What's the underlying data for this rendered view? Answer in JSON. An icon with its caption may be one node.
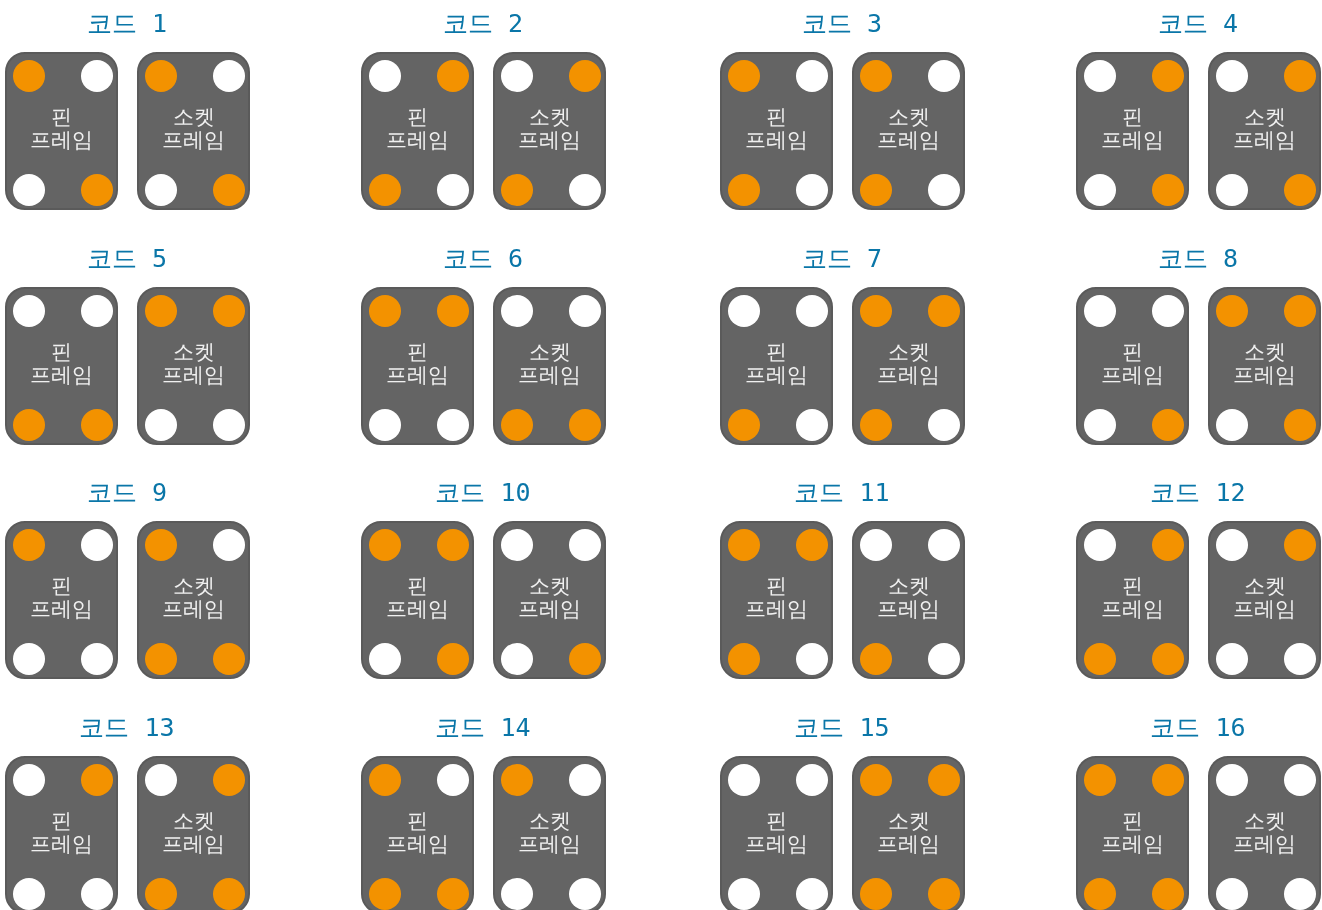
{
  "diagram": {
    "nodes": [
      {
        "text": [
          "핀 프레임"
        ]
      },
      {
        "text": [],
        "shape": "dot",
        "in": 0
      },
      {
        "text": [],
        "shape": "circle",
        "in": 0
      },
      {
        "text": [],
        "shape": "circle",
        "in": 0
      },
      {
        "text": [],
        "shape": "dot",
        "in": 0
      },
      {
        "text": [
          "소켓 프레임"
        ]
      },
      {
        "text": [],
        "shape": "dot",
        "in": 5
      },
      {
        "text": [],
        "shape": "circle",
        "in": 5
      },
      {
        "text": [],
        "shape": "circle",
        "in": 5
      },
      {
        "text": [],
        "shape": "dot",
        "in": 5
      },
      {
        "text": [
          "핀 프레임"
        ]
      },
      {
        "text": [],
        "shape": "circle",
        "in": 10
      },
      {
        "text": [],
        "shape": "dot",
        "in": 10
      },
      {
        "text": [],
        "shape": "dot",
        "in": 10
      },
      {
        "text": [],
        "shape": "circle",
        "in": 10
      },
      {
        "text": [
          "소켓 프레임"
        ]
      },
      {
        "text": [],
        "shape": "circle",
        "in": 15
      },
      {
        "text": [],
        "shape": "dot",
        "in": 15
      },
      {
        "text": [],
        "shape": "dot",
        "in": 15
      },
      {
        "text": [],
        "shape": "circle",
        "in": 15
      },
      {
        "text": [
          "핀 프레임"
        ]
      },
      {
        "text": [],
        "shape": "dot",
        "in": 20
      },
      {
        "text": [],
        "shape": "circle",
        "in": 20
      },
      {
        "text": [],
        "shape": "dot",
        "in": 20
      },
      {
        "text": [],
        "shape": "circle",
        "in": 20
      },
      {
        "text": [
          "소켓 프레임"
        ]
      },
      {
        "text": [],
        "shape": "dot",
        "in": 25
      },
      {
        "text": [],
        "shape": "circle",
        "in": 25
      },
      {
        "text": [],
        "shape": "dot",
        "in": 25
      },
      {
        "text": [],
        "shape": "circle",
        "in": 25
      },
      {
        "text": [
          "핀 프레임"
        ]
      },
      {
        "text": [],
        "shape": "circle",
        "in": 30
      },
      {
        "text": [],
        "shape": "dot",
        "in": 30
      },
      {
        "text": [],
        "shape": "circle",
        "in": 30
      },
      {
        "text": [],
        "shape": "dot",
        "in": 30
      },
      {
        "text": [
          "소켓 프레임"
        ]
      },
      {
        "text": [],
        "shape": "circle",
        "in": 35
      },
      {
        "text": [],
        "shape": "dot",
        "in": 35
      },
      {
        "text": [],
        "shape": "circle",
        "in": 35
      },
      {
        "text": [],
        "shape": "dot",
        "in": 35
      },
      {
        "text": [
          "핀 프레임"
        ]
      },
      {
        "text": [],
        "shape": "circle",
        "in": 40
      },
      {
        "text": [],
        "shape": "circle",
        "in": 40
      },
      {
        "text": [],
        "shape": "dot",
        "in": 40
      },
      {
        "text": [],
        "shape": "dot",
        "in": 40
      },
      {
        "text": [
          "소켓 프레임"
        ]
      },
      {
        "text": [],
        "shape": "dot",
        "in": 45
      },
      {
        "text": [],
        "shape": "dot",
        "in": 45
      },
      {
        "text": [],
        "shape": "circle",
        "in": 45
      },
      {
        "text": [],
        "shape": "circle",
        "in": 45
      },
      {
        "text": [
          "핀 프레임"
        ]
      },
      {
        "text": [],
        "shape": "dot",
        "in": 50
      },
      {
        "text": [],
        "shape": "dot",
        "in": 50
      },
      {
        "text": [],
        "shape": "circle",
        "in": 50
      },
      {
        "text": [],
        "shape": "circle",
        "in": 50
      },
      {
        "text": [
          "소켓 프레임"
        ]
      },
      {
        "text": [],
        "shape": "circle",
        "in": 55
      },
      {
        "text": [],
        "shape": "circle",
        "in": 55
      },
      {
        "text": [],
        "shape": "dot",
        "in": 55
      },
      {
        "text": [],
        "shape": "dot",
        "in": 55
      },
      {
        "text": [
          "핀 프레임"
        ]
      },
      {
        "text": [],
        "shape": "circle",
        "in": 60
      },
      {
        "text": [],
        "shape": "circle",
        "in": 60
      },
      {
        "text": [],
        "shape": "dot",
        "in": 60
      },
      {
        "text": [],
        "shape": "circle",
        "in": 60
      },
      {
        "text": [
          "소켓 프레임"
        ]
      },
      {
        "text": [],
        "shape": "dot",
        "in": 65
      },
      {
        "text": [],
        "shape": "dot",
        "in": 65
      },
      {
        "text": [],
        "shape": "dot",
        "in": 65
      },
      {
        "text": [],
        "shape": "circle",
        "in": 65
      },
      {
        "text": [
          "핀 프레임"
        ]
      },
      {
        "text": [],
        "shape": "circle",
        "in": 70
      },
      {
        "text": [],
        "shape": "circle",
        "in": 70
      },
      {
        "text": [],
        "shape": "circle",
        "in": 70
      },
      {
        "text": [],
        "shape": "dot",
        "in": 70
      },
      {
        "text": [
          "소켓 프레임"
        ]
      },
      {
        "text": [],
        "shape": "dot",
        "in": 75
      },
      {
        "text": [],
        "shape": "dot",
        "in": 75
      },
      {
        "text": [],
        "shape": "circle",
        "in": 75
      },
      {
        "text": [],
        "shape": "dot",
        "in": 75
      },
      {
        "text": [
          "핀 프레임"
        ]
      },
      {
        "text": [],
        "shape": "dot",
        "in": 80
      },
      {
        "text": [],
        "shape": "circle",
        "in": 80
      },
      {
        "text": [],
        "shape": "circle",
        "in": 80
      },
      {
        "text": [],
        "shape": "circle",
        "in": 80
      },
      {
        "text": [
          "소켓 프레임"
        ]
      },
      {
        "text": [],
        "shape": "dot",
        "in": 85
      },
      {
        "text": [],
        "shape": "circle",
        "in": 85
      },
      {
        "text": [],
        "shape": "dot",
        "in": 85
      },
      {
        "text": [],
        "shape": "dot",
        "in": 85
      },
      {
        "text": [
          "핀 프레임"
        ]
      },
      {
        "text": [],
        "shape": "dot",
        "in": 90
      },
      {
        "text": [],
        "shape": "dot",
        "in": 90
      },
      {
        "text": [],
        "shape": "circle",
        "in": 90
      },
      {
        "text": [],
        "shape": "dot",
        "in": 90
      },
      {
        "text": [
          "소켓 프레임"
        ]
      },
      {
        "text": [],
        "shape": "circle",
        "in": 95
      },
      {
        "text": [],
        "shape": "circle",
        "in": 95
      },
      {
        "text": [],
        "shape": "circle",
        "in": 95
      },
      {
        "text": [],
        "shape": "dot",
        "in": 95
      },
      {
        "text": [
          "핀 프레임"
        ]
      },
      {
        "text": [],
        "shape": "dot",
        "in": 100
      },
      {
        "text": [],
        "shape": "dot",
        "in": 100
      },
      {
        "text": [],
        "shape": "dot",
        "in": 100
      },
      {
        "text": [],
        "shape": "circle",
        "in": 100
      },
      {
        "text": [
          "소켓 프레임"
        ]
      },
      {
        "text": [],
        "shape": "circle",
        "in": 105
      },
      {
        "text": [],
        "shape": "circle",
        "in": 105
      },
      {
        "text": [],
        "shape": "dot",
        "in": 105
      },
      {
        "text": [],
        "shape": "circle",
        "in": 105
      },
      {
        "text": [
          "핀 프레임"
        ]
      },
      {
        "text": [],
        "shape": "circle",
        "in": 110
      },
      {
        "text": [],
        "shape": "dot",
        "in": 110
      },
      {
        "text": [],
        "shape": "dot",
        "in": 110
      },
      {
        "text": [],
        "shape": "dot",
        "in": 110
      },
      {
        "text": [
          "소켓 프레임"
        ]
      },
      {
        "text": [],
        "shape": "circle",
        "in": 115
      },
      {
        "text": [],
        "shape": "dot",
        "in": 115
      },
      {
        "text": [],
        "shape": "circle",
        "in": 115
      },
      {
        "text": [],
        "shape": "circle",
        "in": 115
      },
      {
        "text": [
          "핀 프레임"
        ]
      },
      {
        "text": [],
        "shape": "circle",
        "in": 120
      },
      {
        "text": [],
        "shape": "dot",
        "in": 120
      },
      {
        "text": [],
        "shape": "circle",
        "in": 120
      },
      {
        "text": [],
        "shape": "circle",
        "in": 120
      },
      {
        "text": [
          "소켓 프레임"
        ]
      },
      {
        "text": [],
        "shape": "circle",
        "in": 125
      },
      {
        "text": [],
        "shape": "dot",
        "in": 125
      },
      {
        "text": [],
        "shape": "dot",
        "in": 125
      },
      {
        "text": [],
        "shape": "dot",
        "in": 125
      },
      {
        "text": [
          "핀 프레임"
        ]
      },
      {
        "text": [],
        "shape": "dot",
        "in": 130
      },
      {
        "text": [],
        "shape": "circle",
        "in": 130
      },
      {
        "text": [],
        "shape": "dot",
        "in": 130
      },
      {
        "text": [],
        "shape": "dot",
        "in": 130
      },
      {
        "text": [
          "소켓 프레임"
        ]
      },
      {
        "text": [],
        "shape": "dot",
        "in": 135
      },
      {
        "text": [],
        "shape": "circle",
        "in": 135
      },
      {
        "text": [],
        "shape": "circle",
        "in": 135
      },
      {
        "text": [],
        "shape": "circle",
        "in": 135
      },
      {
        "text": [
          "핀 프레임"
        ]
      },
      {
        "text": [],
        "shape": "circle",
        "in": 140
      },
      {
        "text": [],
        "shape": "circle",
        "in": 140
      },
      {
        "text": [],
        "shape": "circle",
        "in": 140
      },
      {
        "text": [],
        "shape": "circle",
        "in": 140
      },
      {
        "text": [
          "소켓 프레임"
        ]
      },
      {
        "text": [],
        "shape": "dot",
        "in": 145
      },
      {
        "text": [],
        "shape": "dot",
        "in": 145
      },
      {
        "text": [],
        "shape": "dot",
        "in": 145
      },
      {
        "text": [],
        "shape": "dot",
        "in": 145
      },
      {
        "text": [
          "핀 프레임"
        ]
      },
      {
        "text": [],
        "shape": "dot",
        "in": 150
      },
      {
        "text": [],
        "shape": "dot",
        "in": 150
      },
      {
        "text": [],
        "shape": "dot",
        "in": 150
      },
      {
        "text": [],
        "shape": "dot",
        "in": 150
      },
      {
        "text": [
          "소켓 프레임"
        ]
      },
      {
        "text": [],
        "shape": "circle",
        "in": 155
      },
      {
        "text": [],
        "shape": "circle",
        "in": 155
      },
      {
        "text": [],
        "shape": "circle",
        "in": 155
      },
      {
        "text": [],
        "shape": "circle",
        "in": 155
      }
    ],
    "labels": [
      "코드 1",
      "코드 2",
      "코드 3",
      "코드 4",
      "코드 5",
      "코드 6",
      "코드 7",
      "코드 8",
      "코드 9",
      "코드 10",
      "코드 11",
      "코드 12",
      "코드 13",
      "코드 14",
      "코드 15",
      "코드 16"
    ]
  }
}
